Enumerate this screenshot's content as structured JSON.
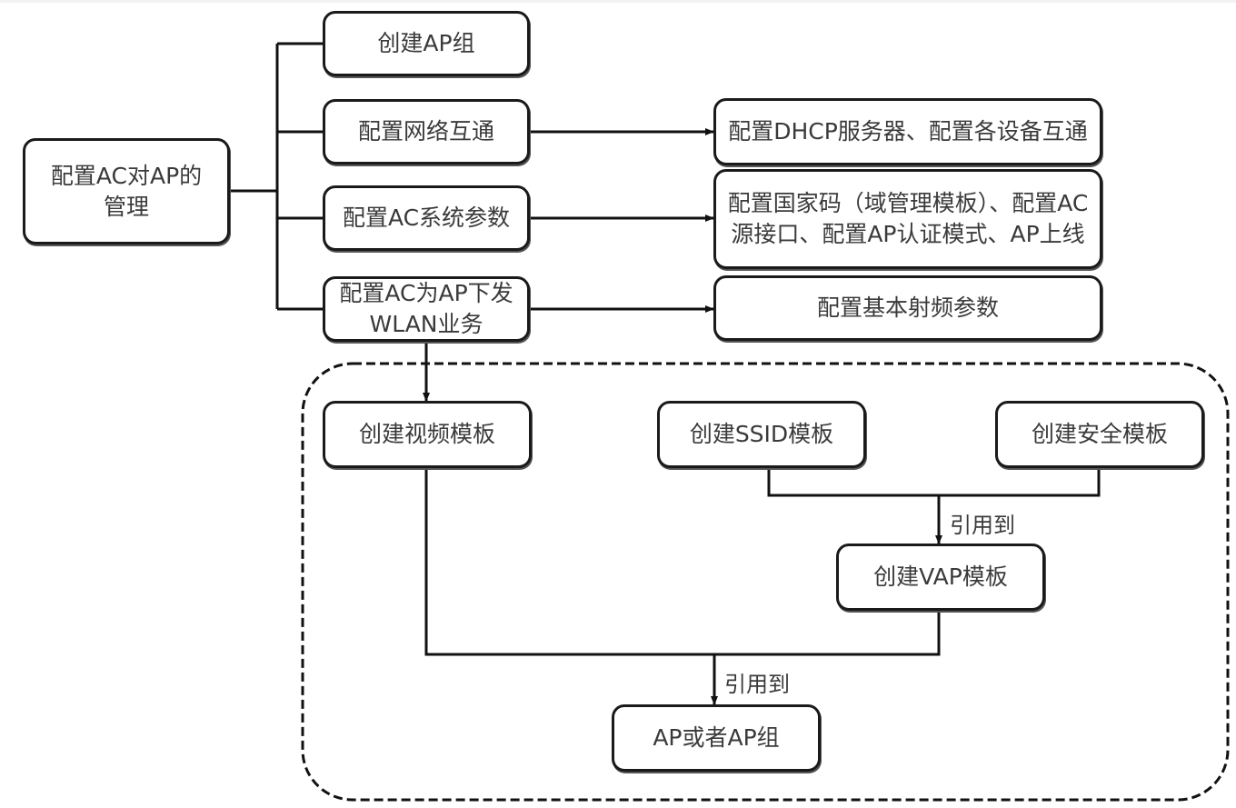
{
  "diagram": {
    "root": {
      "label": "配置AC对AP的管理"
    },
    "steps": [
      {
        "label": "创建AP组"
      },
      {
        "label": "配置网络互通",
        "detail": "配置DHCP服务器、配置各设备互通"
      },
      {
        "label": "配置AC系统参数",
        "detail": "配置国家码（域管理模板）、配置AC源接口、配置AP认证模式、AP上线"
      },
      {
        "label": "配置AC为AP下发WLAN业务",
        "detail": "配置基本射频参数"
      }
    ],
    "templates": {
      "video": "创建视频模板",
      "ssid": "创建SSID模板",
      "security": "创建安全模板",
      "vap": "创建VAP模板",
      "target": "AP或者AP组",
      "ref_label_1": "引用到",
      "ref_label_2": "引用到"
    },
    "edges": [
      {
        "from": "root",
        "to": "创建AP组"
      },
      {
        "from": "root",
        "to": "配置网络互通"
      },
      {
        "from": "root",
        "to": "配置AC系统参数"
      },
      {
        "from": "root",
        "to": "配置AC为AP下发WLAN业务"
      },
      {
        "from": "配置网络互通",
        "to": "配置DHCP服务器、配置各设备互通",
        "arrow": true
      },
      {
        "from": "配置AC系统参数",
        "to": "配置国家码（域管理模板）、配置AC源接口、配置AP认证模式、AP上线",
        "arrow": true
      },
      {
        "from": "配置AC为AP下发WLAN业务",
        "to": "配置基本射频参数",
        "arrow": true
      },
      {
        "from": "配置AC为AP下发WLAN业务",
        "to": "创建视频模板",
        "arrow": true
      },
      {
        "from": [
          "创建SSID模板",
          "创建安全模板"
        ],
        "to": "创建VAP模板",
        "label": "引用到",
        "arrow": true
      },
      {
        "from": [
          "创建视频模板",
          "创建VAP模板"
        ],
        "to": "AP或者AP组",
        "label": "引用到",
        "arrow": true
      }
    ]
  }
}
